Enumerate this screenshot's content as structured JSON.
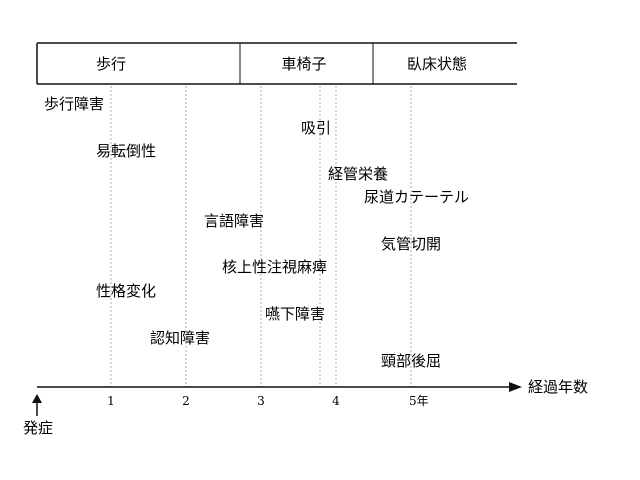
{
  "stages": [
    "歩行",
    "車椅子",
    "臥床状態"
  ],
  "items": {
    "walking_disorder": "歩行障害",
    "aspiration": "吸引",
    "fall_tendency": "易転倒性",
    "tube_feeding": "経管栄養",
    "urinary_catheter": "尿道カテーテル",
    "speech_disorder": "言語障害",
    "tracheotomy": "気管切開",
    "supranuclear_gaze_palsy": "核上性注視麻痺",
    "personality_change": "性格変化",
    "dysphagia": "嚥下障害",
    "cognitive_impairment": "認知障害",
    "neck_retroflexion": "頸部後屈"
  },
  "axis": {
    "ticks": [
      "1",
      "2",
      "3",
      "4",
      "5年"
    ],
    "xlabel": "経過年数",
    "onset": "発症"
  }
}
